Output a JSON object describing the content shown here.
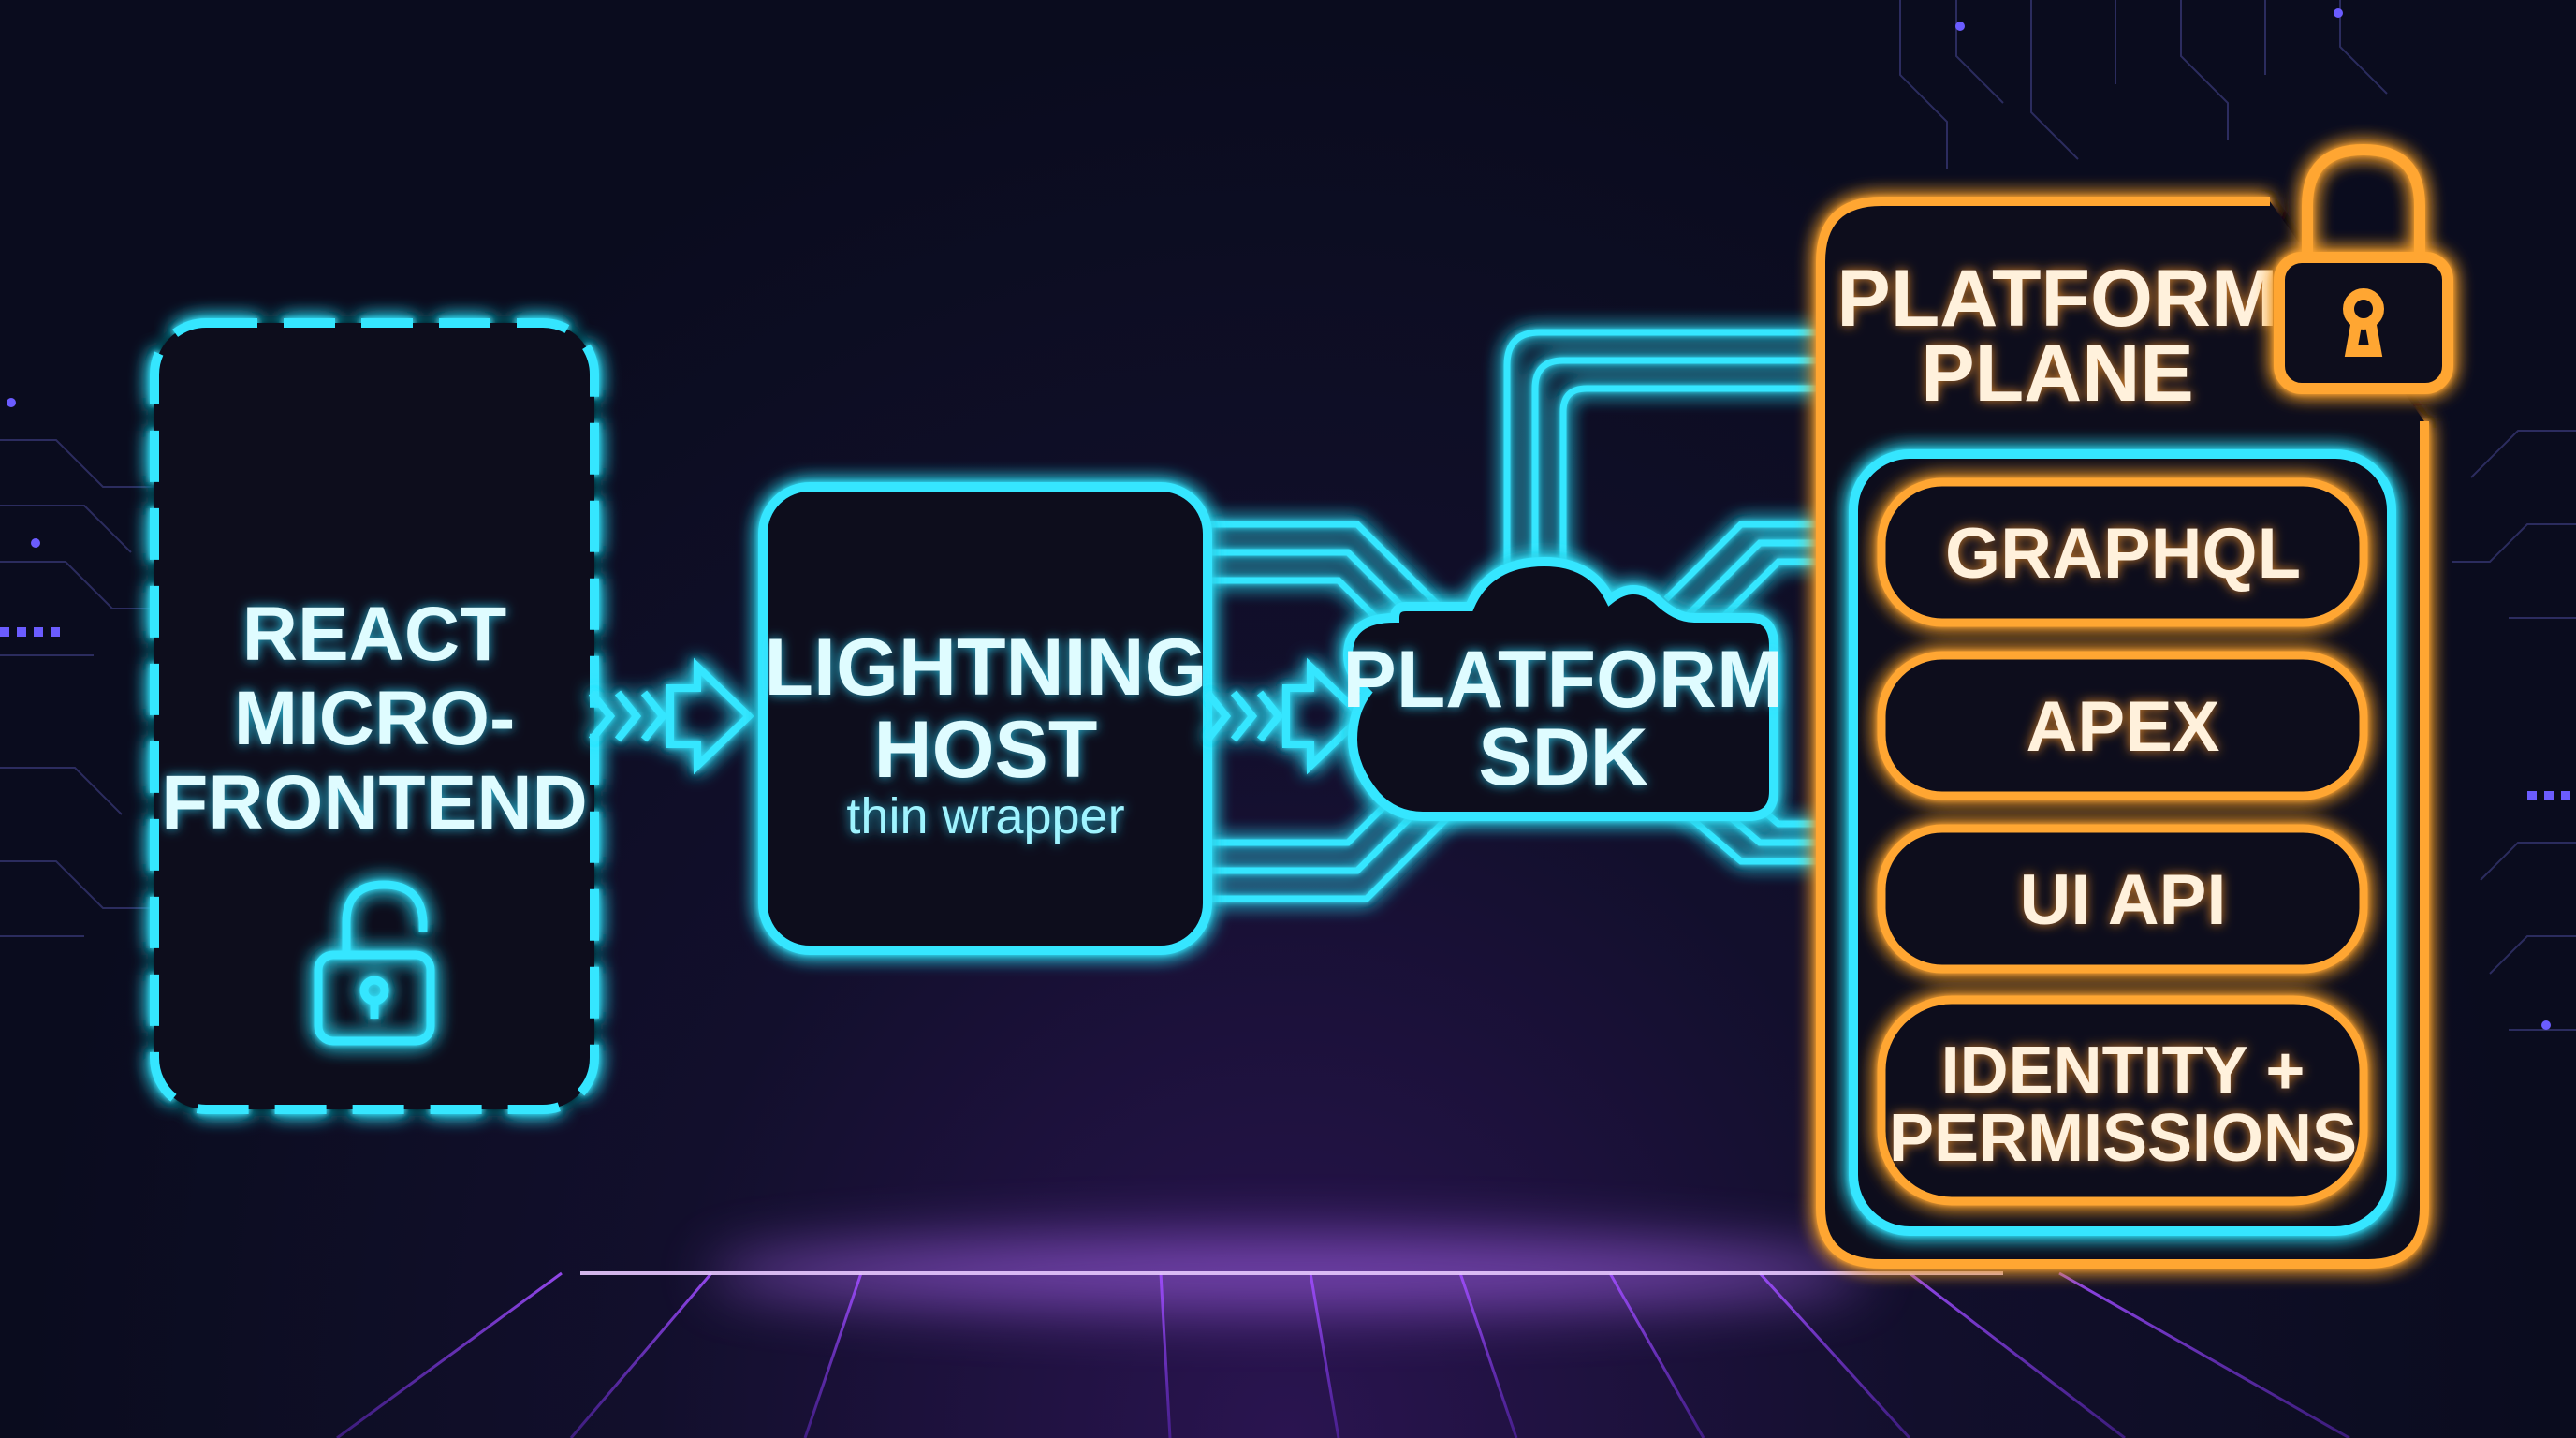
{
  "nodes": {
    "react": {
      "line1": "REACT",
      "line2": "MICRO-",
      "line3": "FRONTEND"
    },
    "lightning": {
      "line1": "LIGHTNING",
      "line2": "HOST",
      "subtitle": "thin wrapper"
    },
    "sdk": {
      "line1": "PLATFORM",
      "line2": "SDK"
    },
    "platform_plane": {
      "line1": "PLATFORM",
      "line2": "PLANE",
      "services": [
        {
          "label": "GRAPHQL"
        },
        {
          "label": "APEX"
        },
        {
          "label": "UI API"
        },
        {
          "line1": "IDENTITY +",
          "line2": "PERMISSIONS"
        }
      ]
    }
  },
  "icons": {
    "react_lock": "unlocked-padlock-icon",
    "plane_lock": "locked-padlock-icon",
    "arrow1": "chevron-arrow-icon",
    "arrow2": "chevron-arrow-icon"
  },
  "colors": {
    "background": "#0a0c1e",
    "cyan_neon": "#35e6ff",
    "orange_neon": "#ffa632",
    "purple_grid": "#8a3cff"
  }
}
